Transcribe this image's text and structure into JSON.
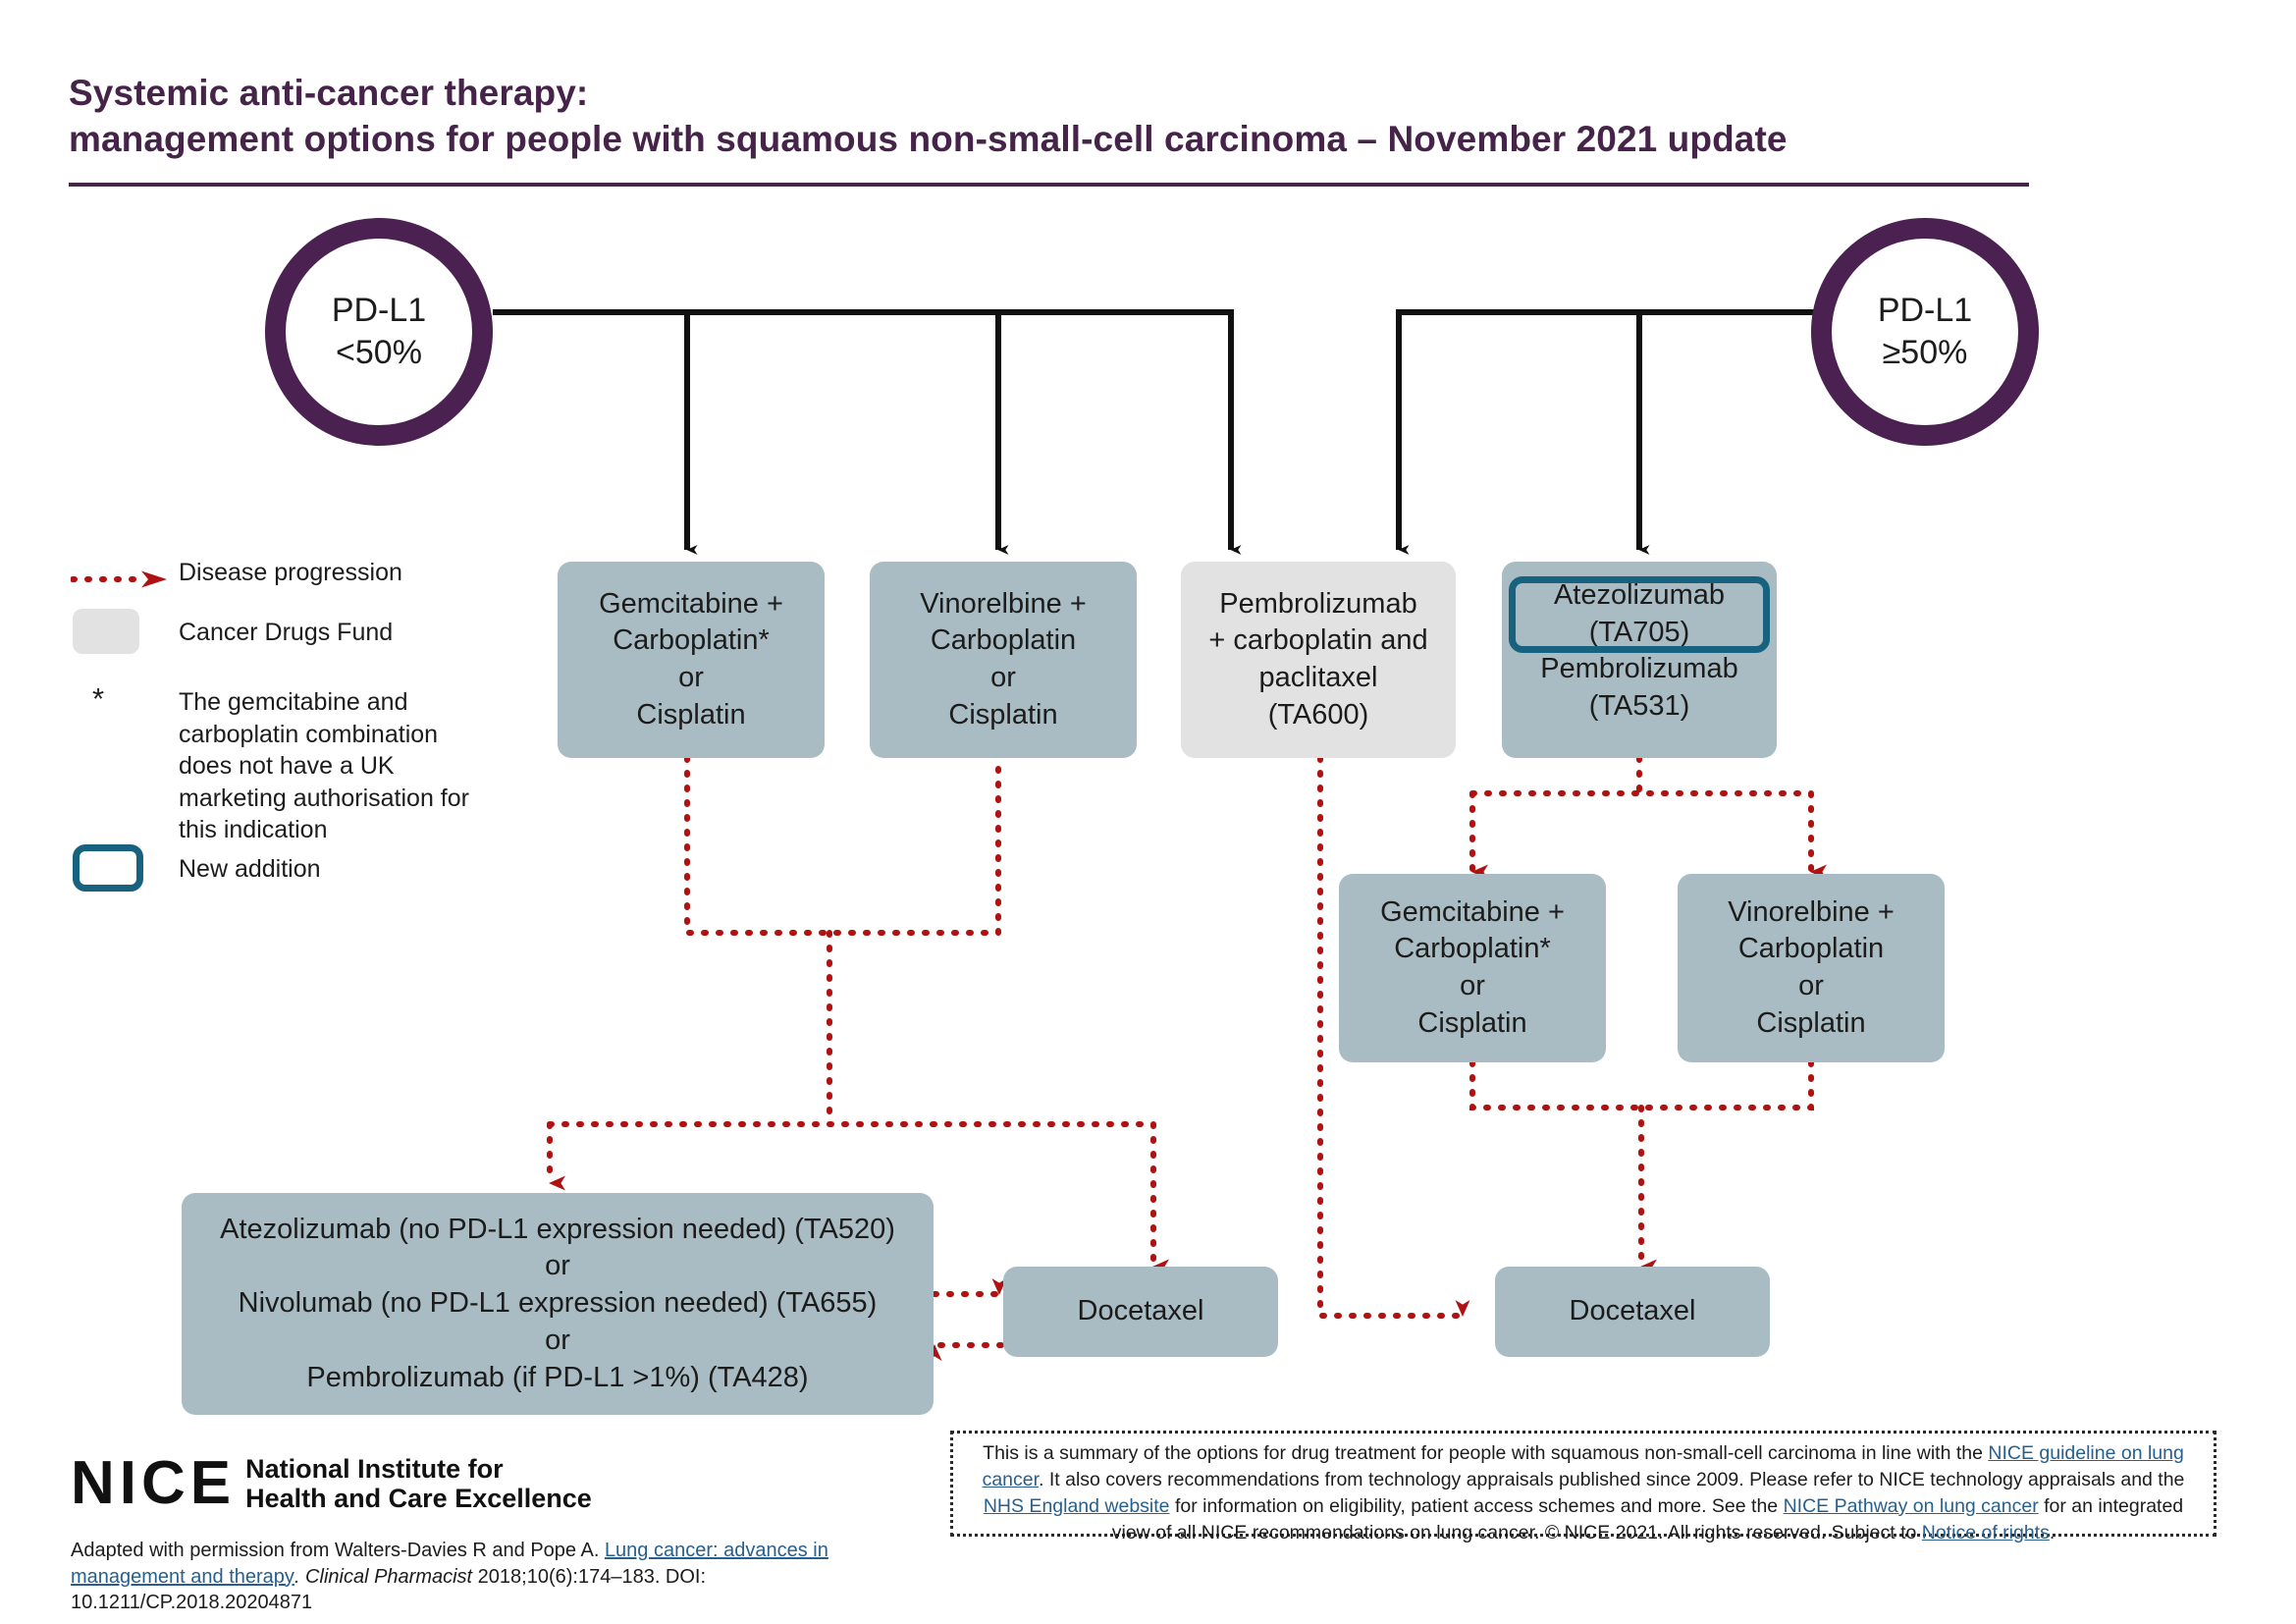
{
  "title": {
    "line1": "Systemic anti-cancer therapy:",
    "line2": "management options for people with squamous non-small-cell carcinoma – November 2021 update"
  },
  "nodes": {
    "pdl1_low": {
      "line1": "PD-L1",
      "line2": "<50%"
    },
    "pdl1_high": {
      "line1": "PD-L1",
      "line2": "≥50%"
    },
    "gem_carbo_left": [
      "Gemcitabine +",
      "Carboplatin*",
      "or",
      "Cisplatin"
    ],
    "vino_carbo_left": [
      "Vinorelbine +",
      "Carboplatin",
      "or",
      "Cisplatin"
    ],
    "pembro_carbo_pac": [
      "Pembrolizumab",
      "+ carboplatin and",
      "paclitaxel",
      "(TA600)"
    ],
    "atezo_pembro": [
      "Atezolizumab",
      "(TA705)",
      "Pembrolizumab",
      "(TA531)"
    ],
    "gem_carbo_right": [
      "Gemcitabine +",
      "Carboplatin*",
      "or",
      "Cisplatin"
    ],
    "vino_carbo_right": [
      "Vinorelbine +",
      "Carboplatin",
      "or",
      "Cisplatin"
    ],
    "second_line_left": [
      "Atezolizumab (no PD-L1 expression needed) (TA520)",
      "or",
      "Nivolumab (no PD-L1 expression needed) (TA655)",
      "or",
      "Pembrolizumab (if PD-L1 >1%) (TA428)"
    ],
    "docetaxel_left": "Docetaxel",
    "docetaxel_right": "Docetaxel"
  },
  "legend": {
    "disease_progression": "Disease progression",
    "cancer_drugs_fund": "Cancer Drugs Fund",
    "asterisk_symbol": "*",
    "asterisk_note": "The gemcitabine and carboplatin combination does not have a UK marketing authorisation for this indication",
    "new_addition": "New addition"
  },
  "logo": {
    "word": "NICE",
    "tag_line1": "National Institute for",
    "tag_line2": "Health and Care Excellence"
  },
  "attribution": {
    "pre": "Adapted with permission from Walters-Davies R and Pope A. ",
    "link": "Lung cancer: advances in management and therapy",
    "post_italic": ". Clinical Pharmacist ",
    "post": "2018;10(6):174–183. DOI: 10.1211/CP.2018.20204871"
  },
  "disclaimer": {
    "p1": "This is a summary of the options for drug treatment for people with squamous non-small-cell carcinoma in line with the ",
    "link1": "NICE guideline on lung cancer",
    "p2": ". It also covers recommendations from technology appraisals published since 2009. Please refer to NICE technology appraisals and the ",
    "link2": "NHS England website",
    "p3": " for information on eligibility, patient access schemes and more. See the ",
    "link3": "NICE Pathway on lung cancer",
    "p4": " for an integrated view of all NICE recommendations on lung cancer. © NICE 2021. All rights reserved. Subject to ",
    "link4": "Notice of rights",
    "p5": "."
  },
  "colors": {
    "brand_purple": "#4a2150",
    "box_blue_grey": "#a9bcc3",
    "cdf_grey": "#e2e2e2",
    "highlight_teal": "#16627f",
    "progression_red": "#b01212",
    "link_blue": "#27608f"
  }
}
